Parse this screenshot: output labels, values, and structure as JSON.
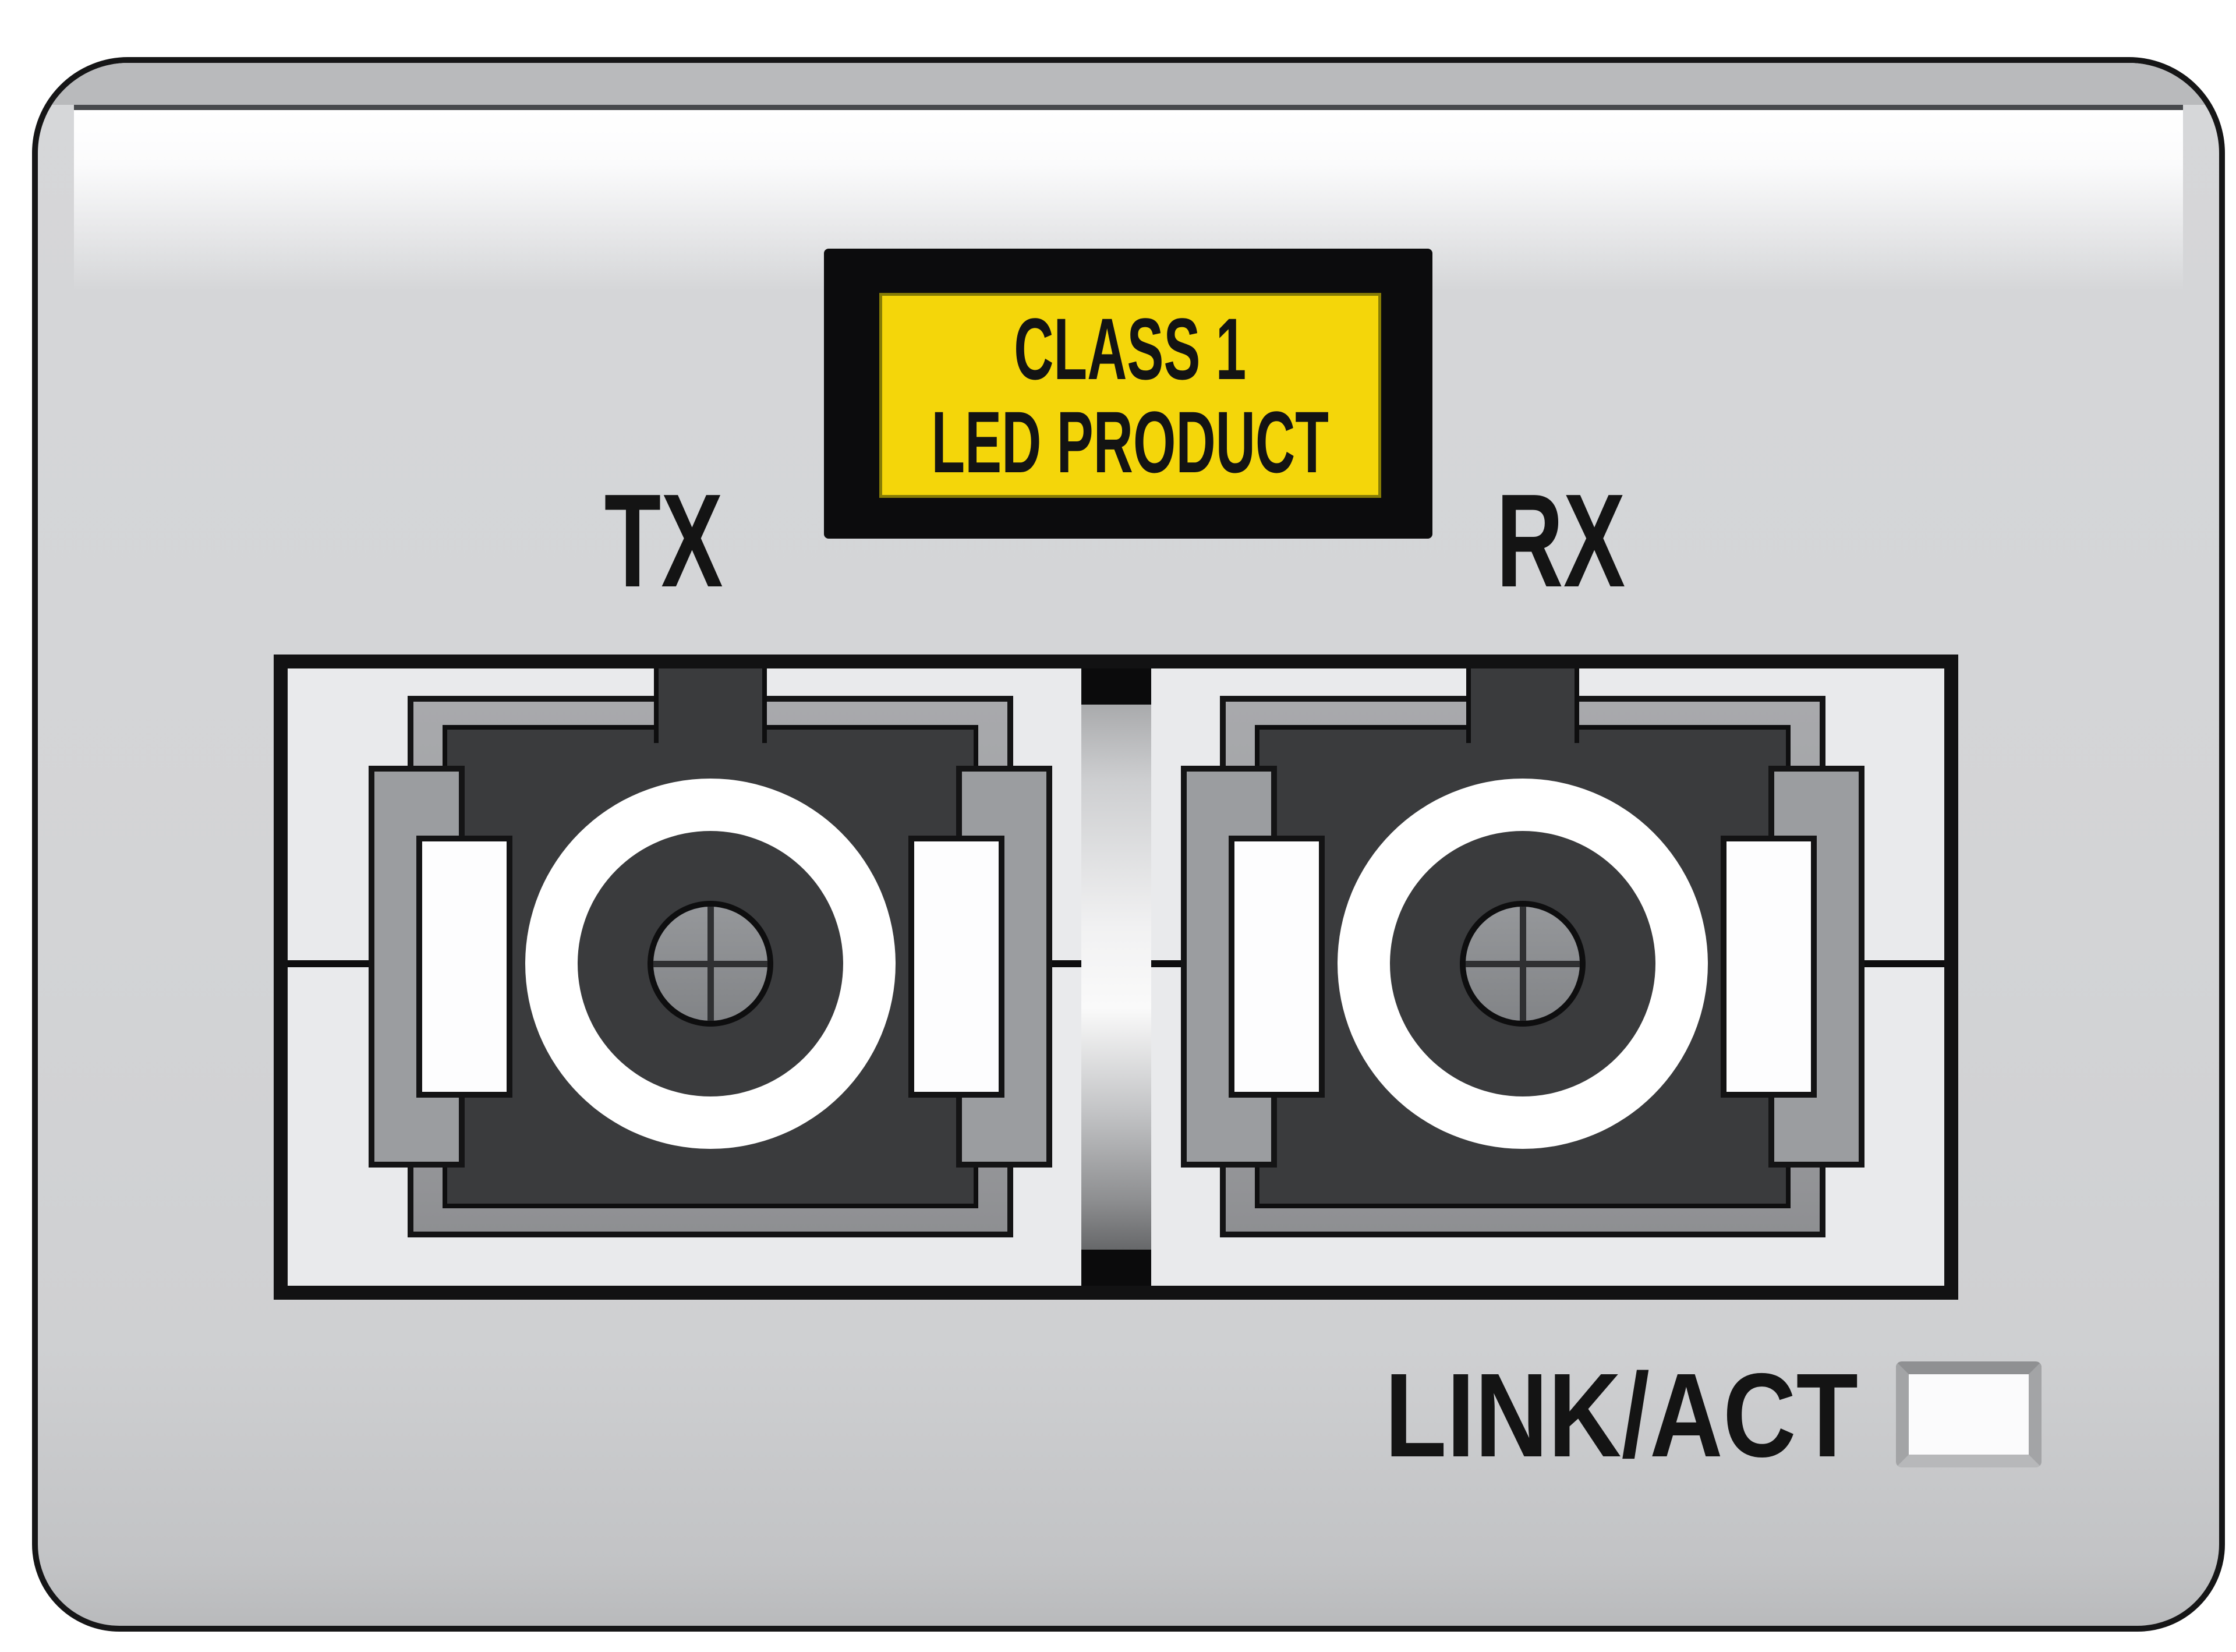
{
  "diagram_type": "fiber-media-converter-front-panel",
  "panel": {
    "body_color": "#d3d4d6",
    "outline_color": "#161617",
    "top_band_color": "#b9babc",
    "highlight_color": "#ffffff"
  },
  "safety_label": {
    "line1": "CLASS 1",
    "line2": "LED PRODUCT",
    "background_color": "#f4d60a",
    "frame_color": "#0c0c0d",
    "text_color": "#131313"
  },
  "ports": {
    "connector_type": "duplex-SC-fiber",
    "tx": {
      "label": "TX"
    },
    "rx": {
      "label": "RX"
    },
    "receptacle_fill": "#e9eaec",
    "connector_body_color": "#3a3b3d",
    "connector_frame_color": "#9c9da0",
    "ring_color": "#ffffff",
    "ferrule_color": "#8a8c8f",
    "latch_color": "#fdfdfe"
  },
  "status": {
    "led_label": "LINK/ACT",
    "led_fill": "#fbfbfc",
    "led_border_color": "#a3a4a6",
    "led_state": "off"
  }
}
